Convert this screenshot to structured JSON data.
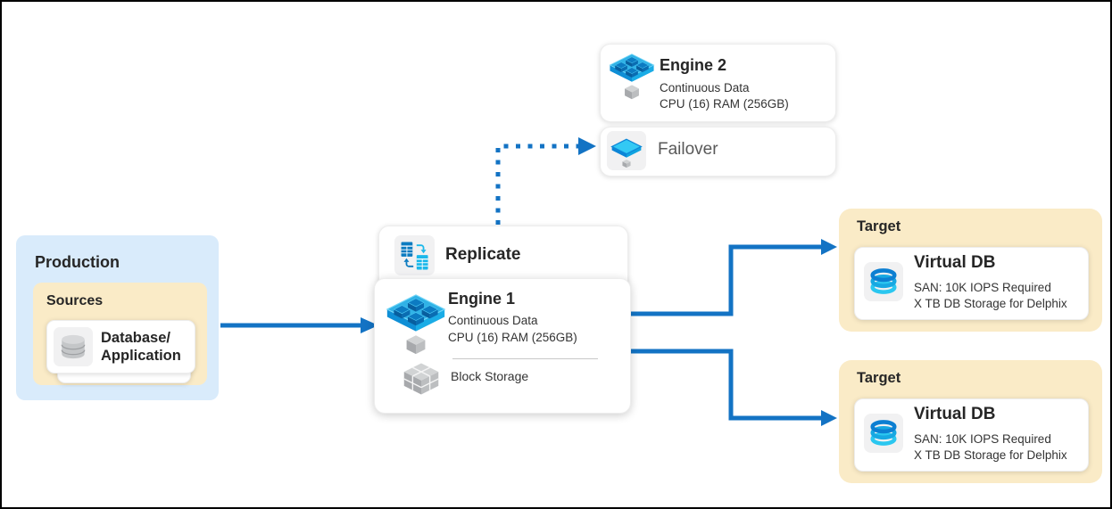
{
  "colors": {
    "arrow_blue": "#1373C4",
    "production_bg": "#D9EBFB",
    "group_yellow_bg": "#FAEBC7",
    "card_bg": "#FFFFFF",
    "icon_bg": "#F1F1F2",
    "title_text": "#262626",
    "body_text": "#333333",
    "failover_text": "#595959",
    "engine_platform_blue": "#30B2E6",
    "engine_cube_blue": "#0C7BC2",
    "storage_cube_gray": "#BCBEC0"
  },
  "engine2_panel": {
    "title": "Engine 2",
    "subtitle1": "Continuous Data",
    "subtitle2": "CPU (16) RAM (256GB)"
  },
  "failover_card": {
    "label": "Failover"
  },
  "replicate_card": {
    "label": "Replicate"
  },
  "engine1_card": {
    "title": "Engine 1",
    "subtitle1": "Continuous Data",
    "subtitle2": "CPU (16) RAM (256GB)",
    "block_storage_label": "Block Storage"
  },
  "production_group": {
    "label": "Production",
    "sources_label": "Sources",
    "source_card_line1": "Database/",
    "source_card_line2": "Application"
  },
  "targets": [
    {
      "label": "Target",
      "card_title": "Virtual DB",
      "card_line1": "SAN: 10K IOPS Required",
      "card_line2": "X TB DB Storage for Delphix"
    },
    {
      "label": "Target",
      "card_title": "Virtual DB",
      "card_line1": "SAN: 10K IOPS Required",
      "card_line2": "X TB DB Storage for Delphix"
    }
  ],
  "icons": {
    "engine": "delphix-engine-icon",
    "failover": "failover-engine-icon",
    "replicate": "replicate-sync-icon",
    "database": "database-cylinder-icon",
    "virtual_db": "virtual-db-rings-icon",
    "block_storage": "block-storage-cubes-icon"
  }
}
